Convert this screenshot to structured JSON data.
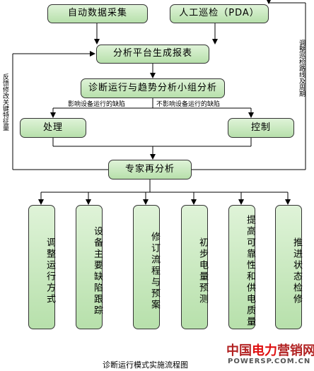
{
  "diagram": {
    "top_left": "自动数据采集",
    "top_right": "人工巡检（PDA）",
    "analysis_platform": "分析平台生成报表",
    "diagnosis_group": "诊断运行与趋势分析小组分析",
    "branch_left_label": "影响设备运行的缺陷",
    "branch_right_label": "不影响设备运行的缺陷",
    "handle": "处理",
    "control": "控制",
    "expert": "专家再分析",
    "left_feedback": "反馈修改关键特征量",
    "right_feedback": "调整巡检路线及周期",
    "outcomes": [
      "调整运行方式",
      "设备主要缺陷跟踪",
      "修订流程与预案",
      "初步电量预测",
      "提高可靠性和供电质量",
      "推进状态检修"
    ]
  },
  "caption": "诊断运行模式实施流程图",
  "watermark": {
    "cn_prefix": "中国",
    "cn_highlight": "电力",
    "cn_suffix": "营销网",
    "en": "POWERSP.COM.CN"
  }
}
